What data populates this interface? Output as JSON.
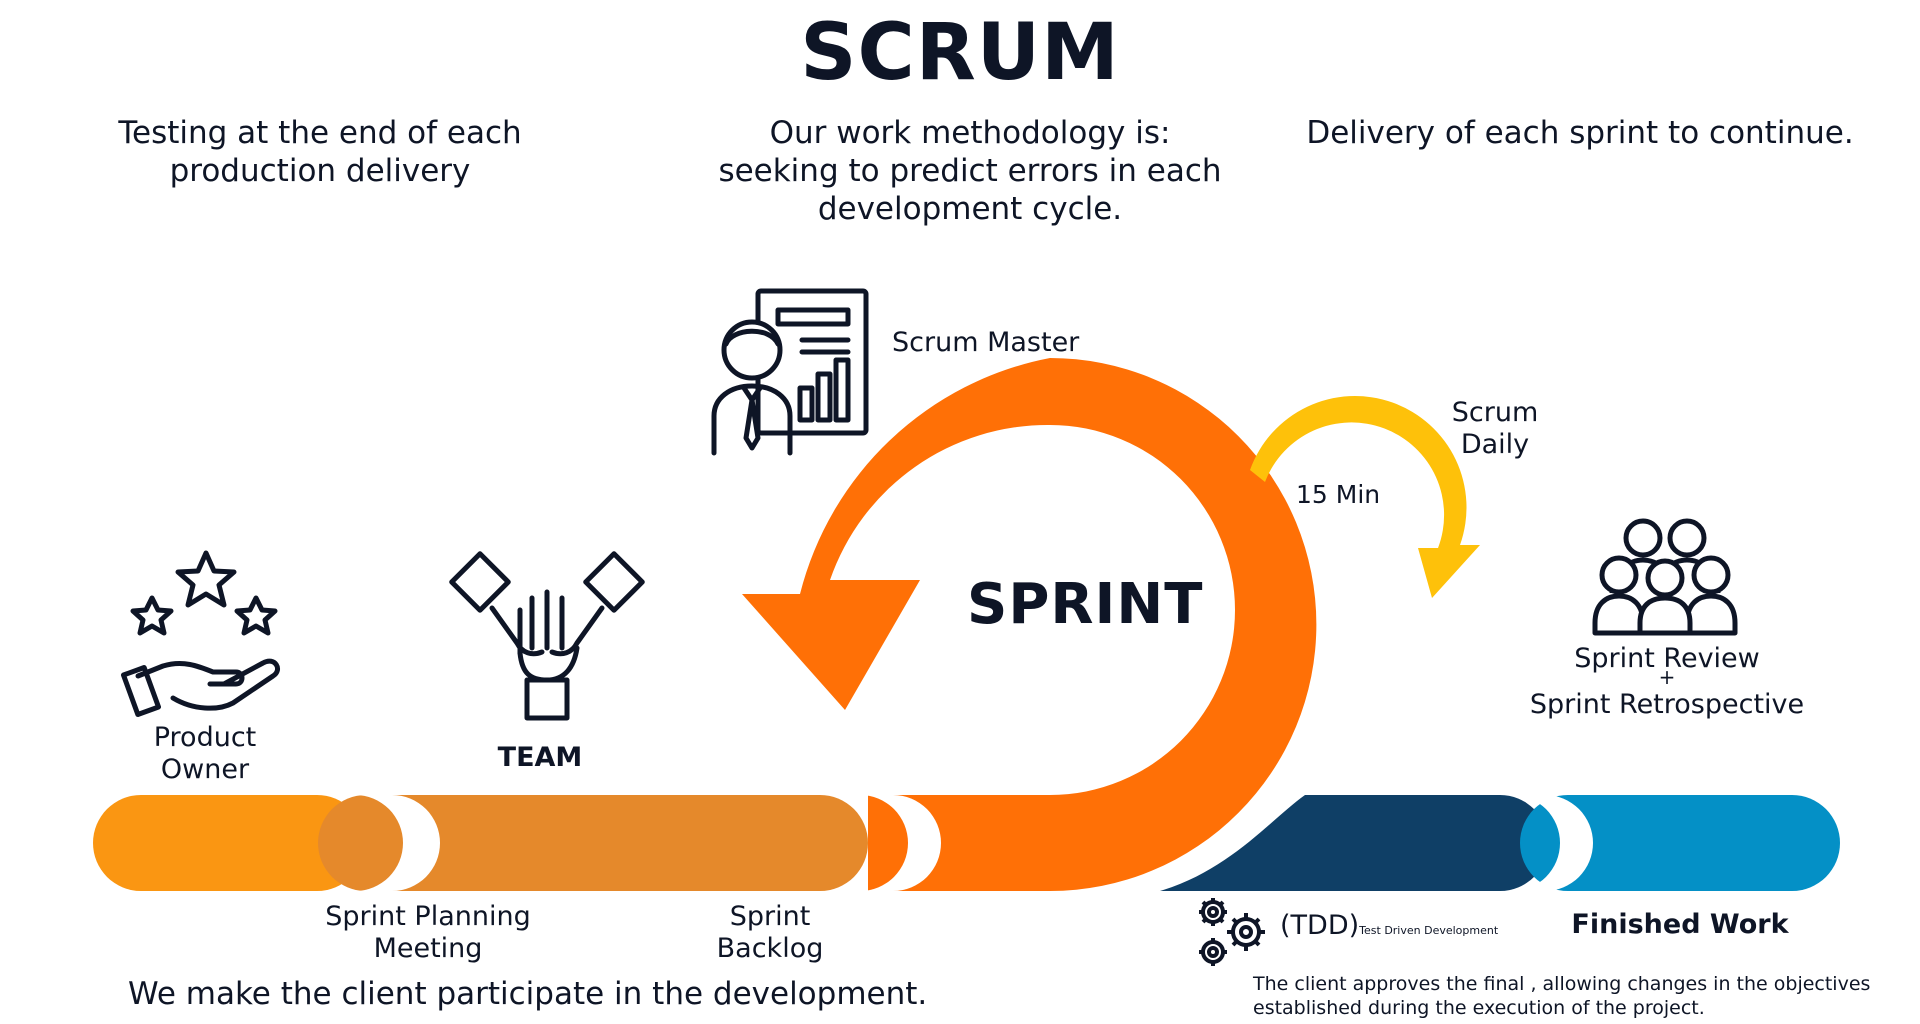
{
  "title": "SCRUM",
  "intro": {
    "left": "Testing at the end of each production delivery",
    "center": "Our work methodology is: seeking to predict errors in each development cycle.",
    "right": "Delivery of each sprint to continue."
  },
  "roles": {
    "product_owner": "Product Owner",
    "team": "TEAM",
    "scrum_master": "Scrum Master"
  },
  "sprint": {
    "label": "SPRINT",
    "daily_label": "Scrum Daily",
    "daily_duration": "15 Min"
  },
  "review": {
    "line1": "Sprint Review",
    "plus": "+",
    "line2": "Sprint Retrospective"
  },
  "stages": {
    "planning": "Sprint Planning Meeting",
    "backlog": "Sprint Backlog",
    "tdd": "(TDD)",
    "tdd_sub": "Test Driven Development",
    "finished": "Finished Work"
  },
  "footer": {
    "left": "We make the client participate in the development.",
    "right": "The client approves the final , allowing changes in the objectives established during the execution of the project."
  },
  "colors": {
    "text": "#0e1526",
    "orange_light": "#fa9612",
    "orange_mid": "#e5892b",
    "orange_sprint": "#ff7006",
    "yellow_daily": "#fec10a",
    "navy": "#0f3f66",
    "blue": "#0490c6"
  },
  "icons": [
    "stars-hand-icon",
    "team-hands-icon",
    "scrum-master-icon",
    "group-people-icon",
    "gears-icon"
  ]
}
